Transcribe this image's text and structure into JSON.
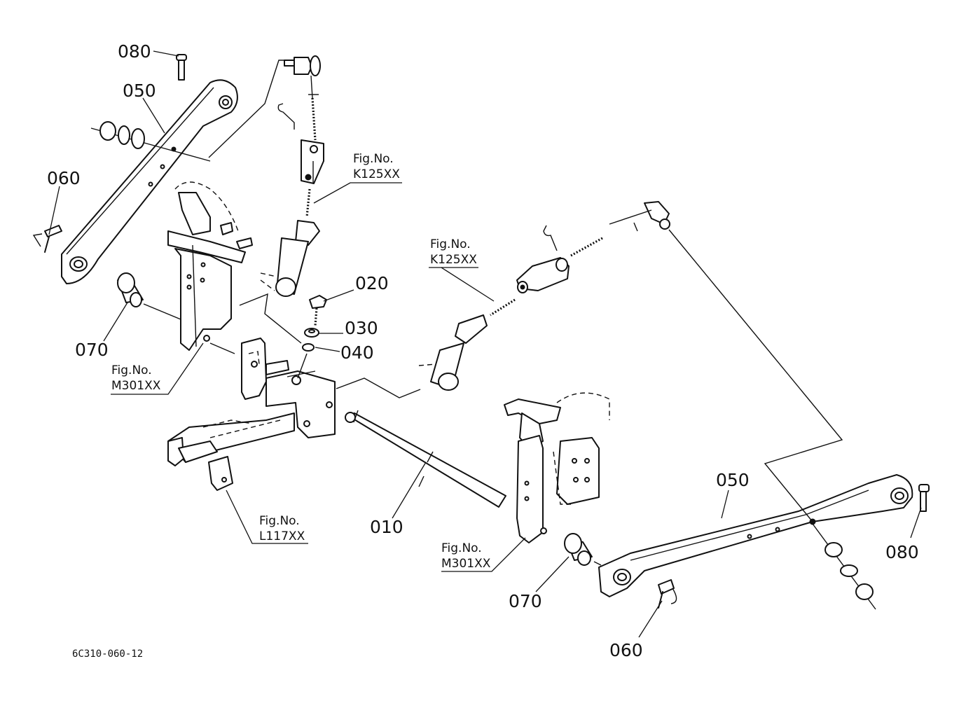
{
  "part_labels": {
    "p080_top": "080",
    "p050_top": "050",
    "p060_left": "060",
    "p070_left": "070",
    "p020": "020",
    "p030": "030",
    "p040": "040",
    "p010": "010",
    "p050_right": "050",
    "p080_right": "080",
    "p070_right": "070",
    "p060_bottom": "060"
  },
  "figure_refs": {
    "k125_top": {
      "caption": "Fig.No.",
      "code": "K125XX"
    },
    "k125_mid": {
      "caption": "Fig.No.",
      "code": "K125XX"
    },
    "m301_left": {
      "caption": "Fig.No.",
      "code": "M301XX"
    },
    "l117": {
      "caption": "Fig.No.",
      "code": "L117XX"
    },
    "m301_right": {
      "caption": "Fig.No.",
      "code": "M301XX"
    }
  },
  "drawing_number": "6C310-060-12"
}
